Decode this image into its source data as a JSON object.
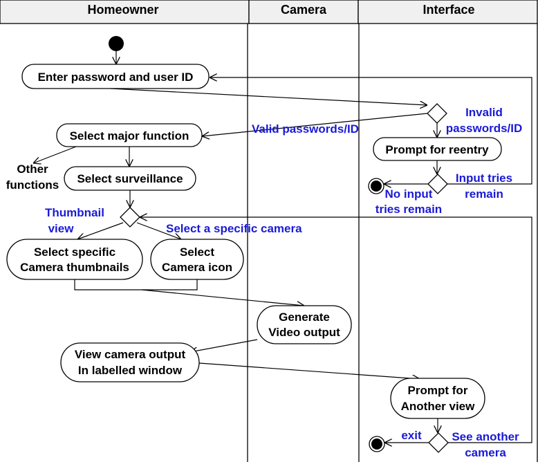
{
  "lanes": [
    {
      "id": "homeowner",
      "title": "Homeowner"
    },
    {
      "id": "camera",
      "title": "Camera"
    },
    {
      "id": "interface",
      "title": "Interface"
    }
  ],
  "activities": {
    "enter_password": "Enter password and user ID",
    "select_major": "Select major function",
    "select_surveillance": "Select surveillance",
    "select_thumbnails": [
      "Select specific",
      "Camera thumbnails"
    ],
    "select_camera_icon": [
      "Select",
      "Camera icon"
    ],
    "generate_video": [
      "Generate",
      "Video output"
    ],
    "view_output": [
      "View camera output",
      "In labelled window"
    ],
    "prompt_reentry": "Prompt for reentry",
    "prompt_another": [
      "Prompt for",
      "Another view"
    ]
  },
  "labels": {
    "valid": "Valid passwords/ID",
    "invalid": [
      "Invalid",
      "passwords/ID"
    ],
    "other_functions": [
      "Other",
      "functions"
    ],
    "thumbnail_view": [
      "Thumbnail",
      "view"
    ],
    "specific_camera": "Select a specific camera",
    "input_tries_remain": [
      "Input tries",
      "remain"
    ],
    "no_input_tries": [
      "No input",
      "tries remain"
    ],
    "exit": "exit",
    "see_another": [
      "See another",
      "camera"
    ]
  }
}
